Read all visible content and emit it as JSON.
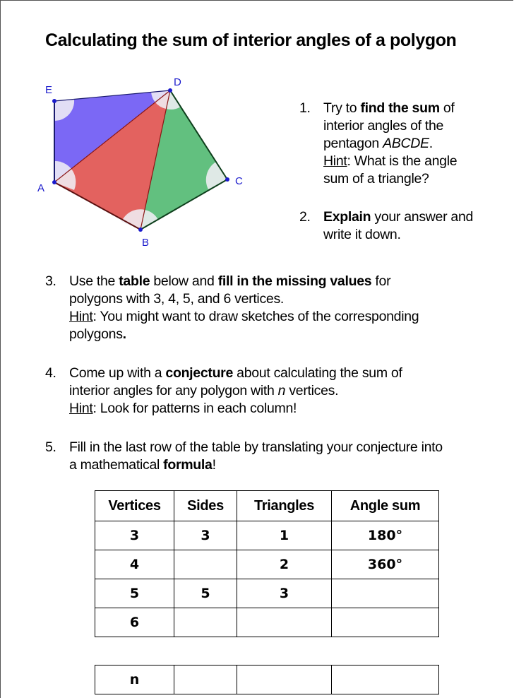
{
  "title": "Calculating the sum of interior angles of a polygon",
  "figure": {
    "vertices": {
      "A": "A",
      "B": "B",
      "C": "C",
      "D": "D",
      "E": "E"
    },
    "colors": {
      "triangle_ade": "#7b68f5",
      "triangle_abd": "#e3625f",
      "triangle_bcd": "#62c07f",
      "angle_marks": "#f0eef5",
      "vertex_points": "#1a1acc"
    }
  },
  "steps": [
    {
      "num": "1.",
      "parts": [
        "Try to ",
        "find the sum",
        " of",
        "interior angles of the",
        "pentagon ",
        "ABCDE",
        ".",
        "Hint",
        ": What is the angle",
        "sum of a triangle?"
      ]
    },
    {
      "num": "2.",
      "parts": [
        "Explain",
        " your answer and",
        "write it down."
      ]
    },
    {
      "num": "3.",
      "parts": [
        "Use the ",
        "table",
        " below and ",
        "fill in the missing values",
        " for",
        "polygons with 3, 4, 5, and 6 vertices.",
        "Hint",
        ": You might want to draw sketches of the corresponding",
        "polygons",
        "."
      ]
    },
    {
      "num": "4.",
      "parts": [
        "Come up with a ",
        "conjecture",
        " about calculating the sum of",
        "interior angles for any polygon with ",
        "n",
        " vertices.",
        "Hint",
        ": Look for patterns in each column!"
      ]
    },
    {
      "num": "5.",
      "parts": [
        "Fill in the last row of the table by translating your conjecture into",
        "a mathematical ",
        "formula",
        "!"
      ]
    }
  ],
  "table": {
    "headers": [
      "Vertices",
      "Sides",
      "Triangles",
      "Angle sum"
    ],
    "rows": [
      [
        "3",
        "3",
        "1",
        "180°"
      ],
      [
        "4",
        "",
        "2",
        "360°"
      ],
      [
        "5",
        "5",
        "3",
        ""
      ],
      [
        "6",
        "",
        "",
        ""
      ]
    ]
  },
  "formula_row": [
    "n",
    "",
    "",
    ""
  ]
}
